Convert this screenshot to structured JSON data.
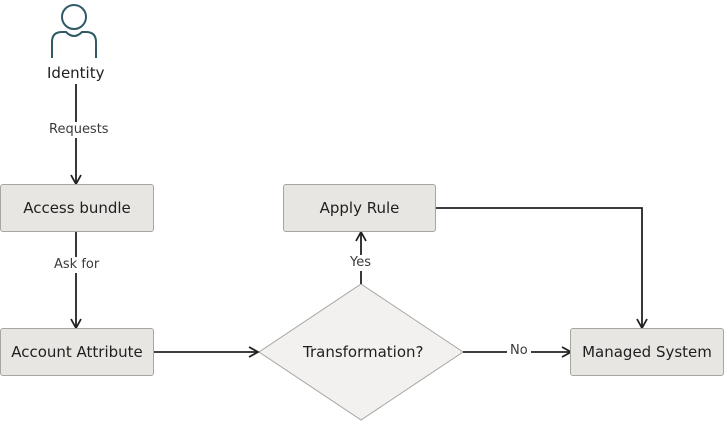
{
  "actor": {
    "label": "Identity",
    "icon": "person-icon"
  },
  "nodes": {
    "access_bundle": "Access bundle",
    "account_attribute": "Account Attribute",
    "apply_rule": "Apply Rule",
    "managed_system": "Managed System",
    "decision": "Transformation?"
  },
  "edges": {
    "requests": "Requests",
    "ask_for": "Ask for",
    "yes": "Yes",
    "no": "No"
  },
  "colors": {
    "box_fill": "#e8e6e2",
    "box_border": "#a8a5a0",
    "diamond_fill": "#f2f1ef",
    "line": "#222222",
    "person_icon": "#2f5a66"
  }
}
